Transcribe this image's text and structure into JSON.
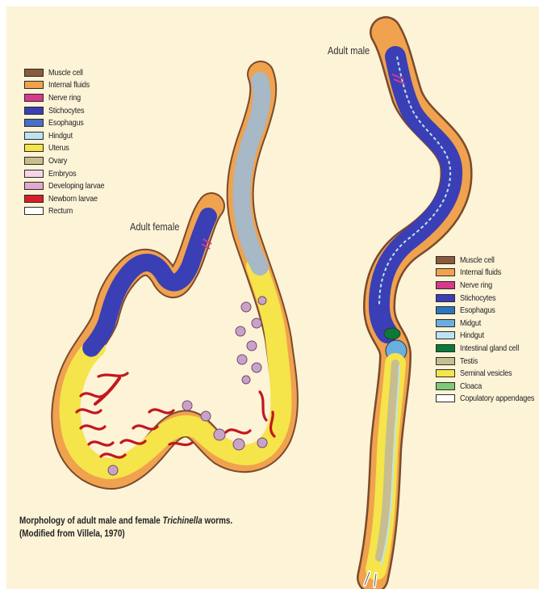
{
  "labels": {
    "adult_female": "Adult female",
    "adult_male": "Adult male"
  },
  "caption": {
    "line1_before": "Morphology of adult male and female ",
    "genus": "Trichinella",
    "line1_after": " worms.",
    "line2": "(Modified from Villela, 1970)"
  },
  "legend_female": [
    {
      "label": "Muscle cell",
      "color": "#8b5a3c"
    },
    {
      "label": "Internal fluids",
      "color": "#f0a24e"
    },
    {
      "label": "Nerve ring",
      "color": "#d63a8a"
    },
    {
      "label": "Stichocytes",
      "color": "#3b3fb5"
    },
    {
      "label": "Esophagus",
      "color": "#4a6fc7"
    },
    {
      "label": "Hindgut",
      "color": "#bde3f2"
    },
    {
      "label": "Uterus",
      "color": "#f5e44a"
    },
    {
      "label": "Ovary",
      "color": "#c8bd8e"
    },
    {
      "label": "Embryos",
      "color": "#f4d6e6"
    },
    {
      "label": "Developing larvae",
      "color": "#e2a9cc"
    },
    {
      "label": "Newborn larvae",
      "color": "#d81f26"
    },
    {
      "label": "Rectum",
      "color": "#ffffff"
    }
  ],
  "legend_male": [
    {
      "label": "Muscle cell",
      "color": "#8b5a3c"
    },
    {
      "label": "Internal fluids",
      "color": "#f0a24e"
    },
    {
      "label": "Nerve ring",
      "color": "#d63a8a"
    },
    {
      "label": "Stichocytes",
      "color": "#3b3fb5"
    },
    {
      "label": "Esophagus",
      "color": "#2f74c0"
    },
    {
      "label": "Midgut",
      "color": "#6aaee0"
    },
    {
      "label": "Hindgut",
      "color": "#bde3f2"
    },
    {
      "label": "Intestinal gland cell",
      "color": "#0a7a3a"
    },
    {
      "label": "Testis",
      "color": "#c8bd8e"
    },
    {
      "label": "Seminal vesicles",
      "color": "#f5e44a"
    },
    {
      "label": "Cloaca",
      "color": "#7fc97a"
    },
    {
      "label": "Copulatory appendages",
      "color": "#ffffff"
    }
  ]
}
